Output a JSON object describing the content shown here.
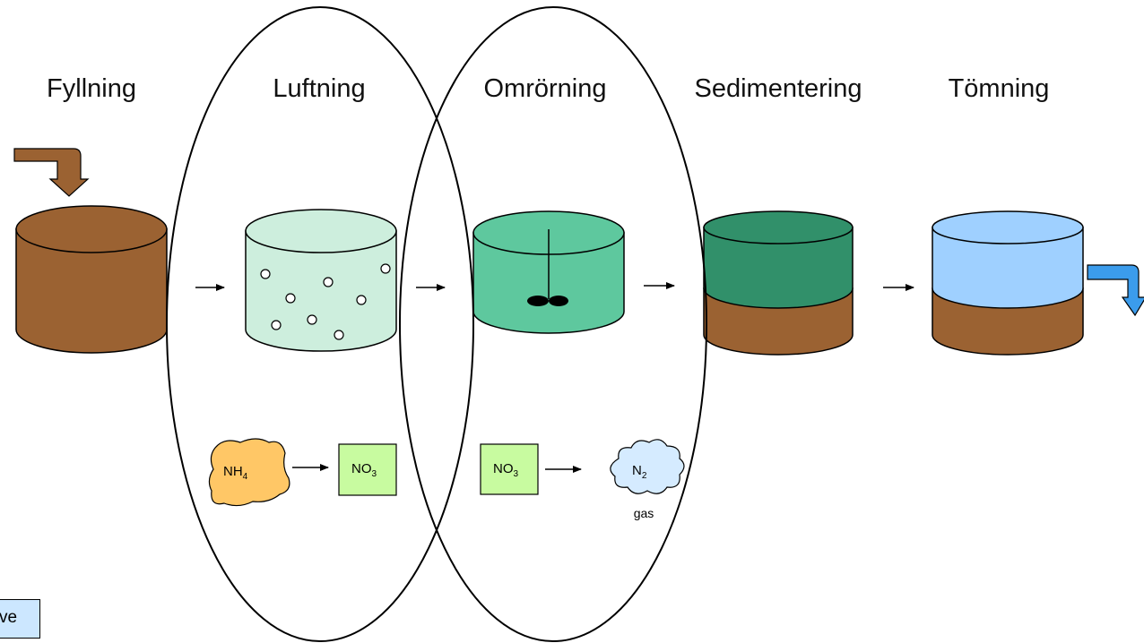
{
  "steps": [
    {
      "label": "Fyllning"
    },
    {
      "label": "Luftning"
    },
    {
      "label": "Omrörning"
    },
    {
      "label": "Sedimentering"
    },
    {
      "label": "Tömning"
    }
  ],
  "reactions": {
    "aeration": {
      "reactant": {
        "main": "NH",
        "sub": "4"
      },
      "product": {
        "main": "NO",
        "sub": "3"
      }
    },
    "mixing": {
      "reactant": {
        "main": "NO",
        "sub": "3"
      },
      "product": {
        "main": "N",
        "sub": "2"
      },
      "product_note": "gas"
    }
  },
  "corner_label": "ve",
  "colors": {
    "sludge_brown": "#9b6232",
    "aeration_water": "#cdeedd",
    "mixing_water": "#5ec89e",
    "settled_water": "#31906a",
    "clear_water": "#9fd0ff",
    "nitrate_box": "#c8fba0",
    "ammonium_blob": "#ffc766",
    "nitrogen_cloud": "#d5ebff",
    "outflow_arrow": "#3b9cec"
  }
}
